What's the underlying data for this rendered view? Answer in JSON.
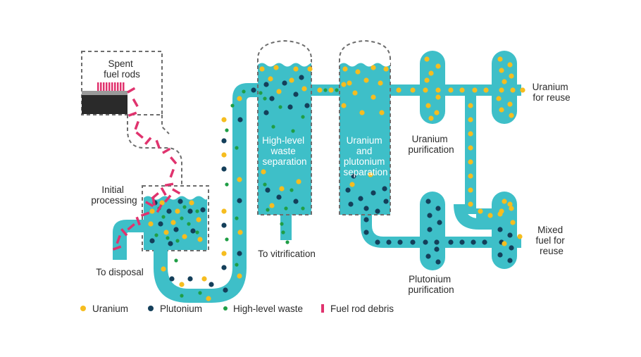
{
  "labels": {
    "spent_fuel_rods": [
      "Spent",
      "fuel rods"
    ],
    "initial_processing": [
      "Initial",
      "processing"
    ],
    "to_disposal": "To disposal",
    "hlw_separation": [
      "High-level",
      "waste",
      "separation"
    ],
    "to_vitrification": "To vitrification",
    "up_separation": [
      "Uranium",
      "and",
      "plutonium",
      "separation"
    ],
    "uranium_purification": [
      "Uranium",
      "purification"
    ],
    "plutonium_purification": [
      "Plutonium",
      "purification"
    ],
    "uranium_reuse": [
      "Uranium",
      "for reuse"
    ],
    "mixed_fuel": [
      "Mixed",
      "fuel for",
      "reuse"
    ]
  },
  "legend": [
    {
      "label": "Uranium",
      "color": "#f6bd1f",
      "icon": "uranium-dot-icon"
    },
    {
      "label": "Plutonium",
      "color": "#143f5a",
      "icon": "plutonium-dot-icon"
    },
    {
      "label": "High-level waste",
      "color": "#1f9e45",
      "icon": "waste-dot-icon"
    },
    {
      "label": "Fuel rod debris",
      "color": "#e0336e",
      "icon": "debris-bar-icon"
    }
  ],
  "colors": {
    "liquid": "#3ebfc8",
    "uranium": "#f6bd1f",
    "plutonium": "#143f5a",
    "waste": "#1f9e45",
    "debris": "#e0336e",
    "dashed": "#6d6d6d"
  }
}
